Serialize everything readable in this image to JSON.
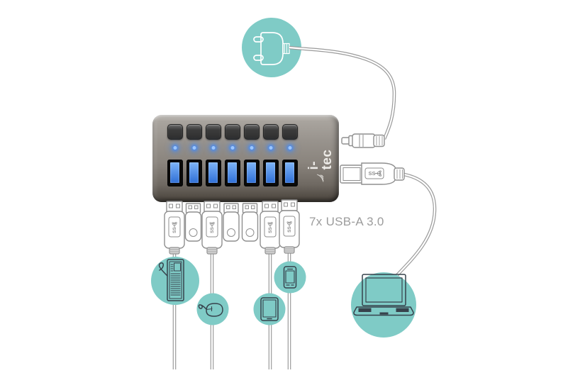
{
  "theme": {
    "background": "#ffffff",
    "teal": "#7fcbc6",
    "icon_stroke": "#37424c",
    "outline": "#8f8f8f",
    "cable_outline": "#9b9b9b",
    "label": "#9c9c9c",
    "led": "#9cc6ff",
    "port_blue": "#2f6fd6",
    "brand_text": "#edebe7"
  },
  "diagram": {
    "brand": "i-tec",
    "ports_label": "7x USB-A 3.0",
    "hub": {
      "buttons": 7,
      "leds": 7,
      "ports": 7
    },
    "connectors": {
      "power_input": "dc-barrel-plug",
      "host_cable": "usb-b-3.0-plug",
      "usb_a_plugs_with_cable": 4,
      "usb_flash_drives": 3
    },
    "icons": [
      "power-plug-icon",
      "usb3-ss-logo",
      "keyboard-icon",
      "mouse-icon",
      "tablet-icon",
      "smartphone-icon",
      "laptop-icon",
      "itec-swoosh-icon"
    ]
  }
}
